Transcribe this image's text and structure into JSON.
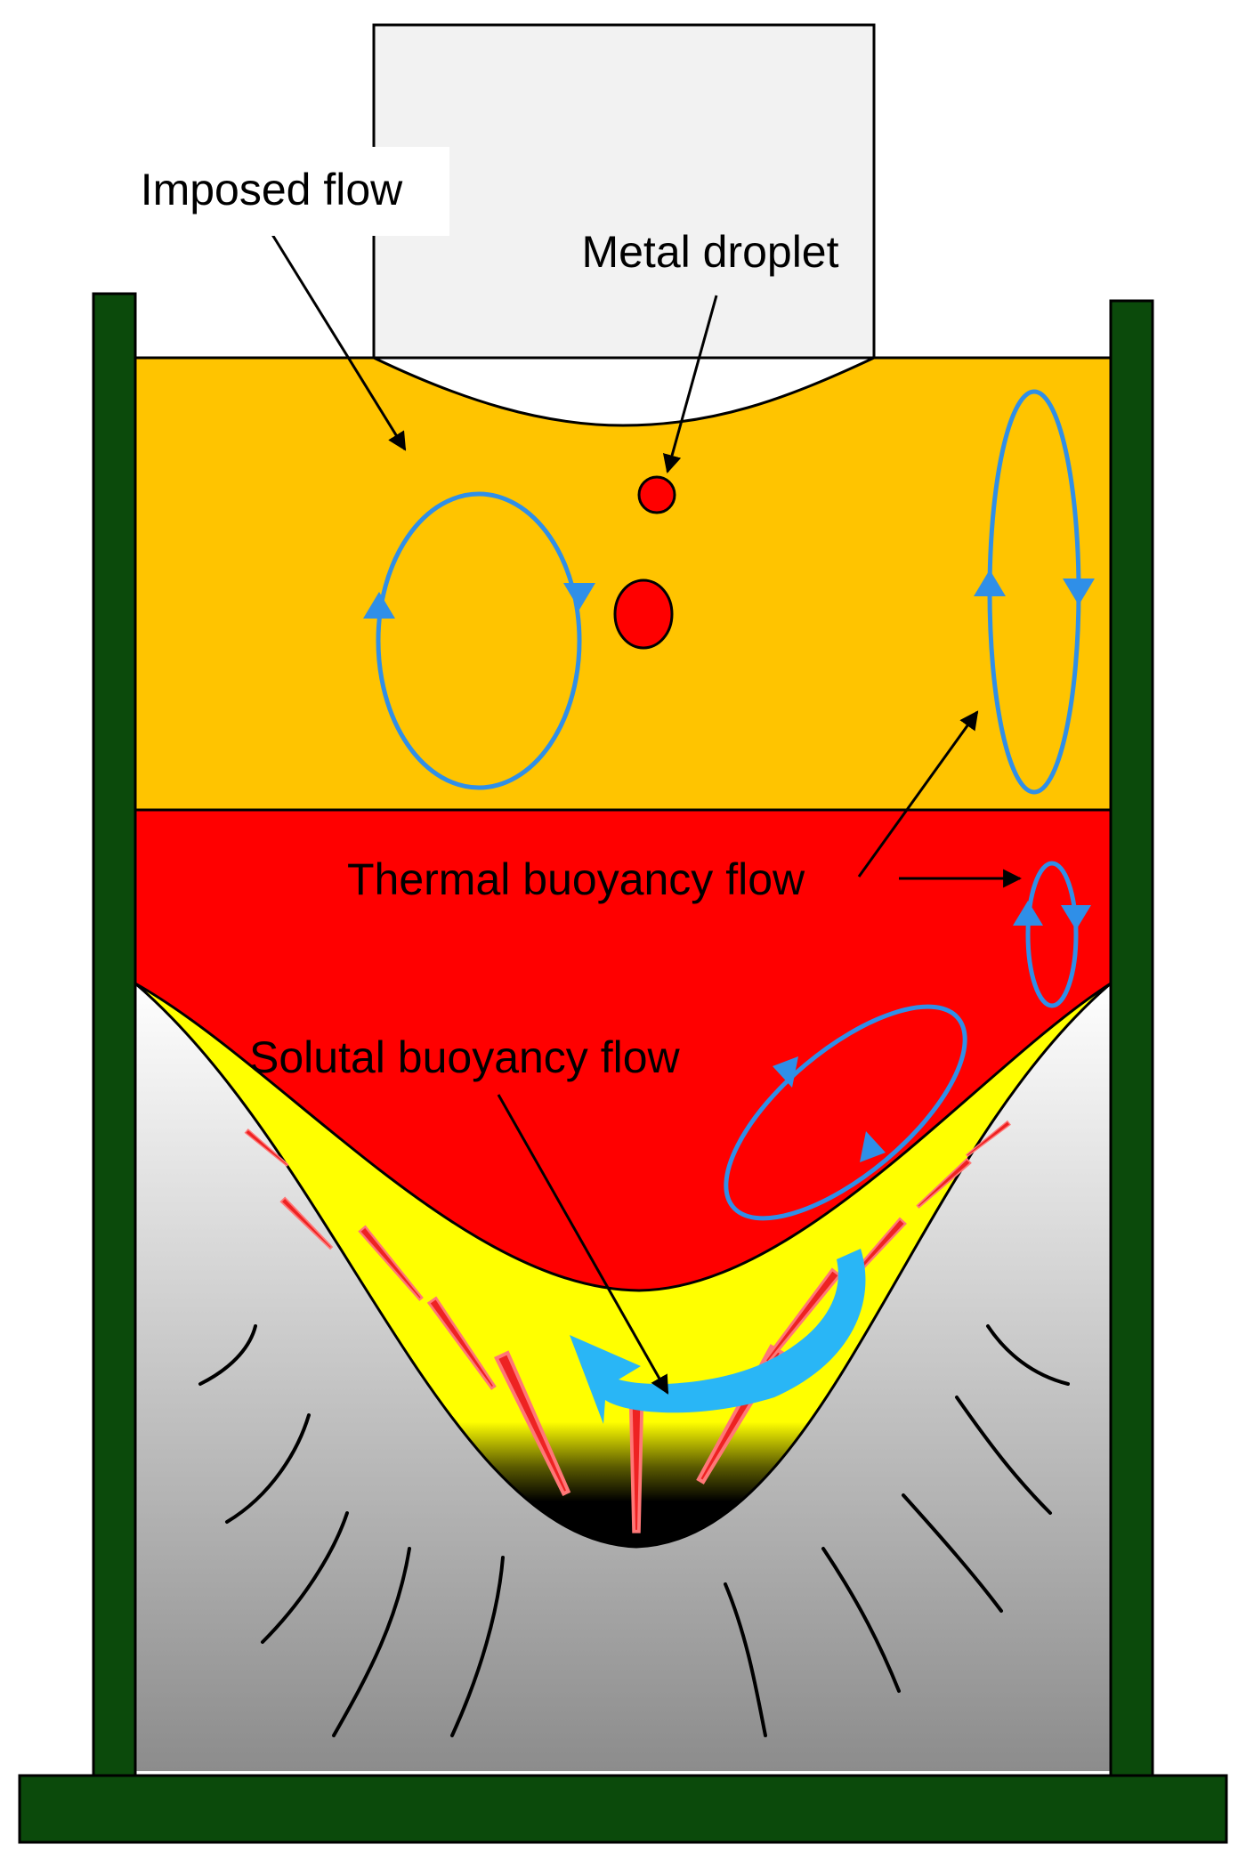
{
  "labels": {
    "imposed_flow": "Imposed flow",
    "metal_droplet": "Metal droplet",
    "thermal_buoyancy_flow": "Thermal buoyancy flow",
    "solutal_buoyancy_flow": "Solutal buoyancy flow"
  },
  "colors": {
    "mold_wall": "#0b4a0b",
    "slag": "#ffc400",
    "liquid_metal": "#ff0000",
    "mushy_zone": "#ffff00",
    "solid_ingot_light": "#eeeeee",
    "solid_ingot_dark": "#8c8c8c",
    "electrode": "#f2f2f2",
    "flow_loop": "#2f8fe8",
    "solutal_arrow": "#29b6f6",
    "dendrite": "#ee2222"
  },
  "icons": {
    "flow_loop": "circulation-loop-arrows",
    "droplet": "red-circle",
    "dendrite": "dendrite-branch"
  }
}
